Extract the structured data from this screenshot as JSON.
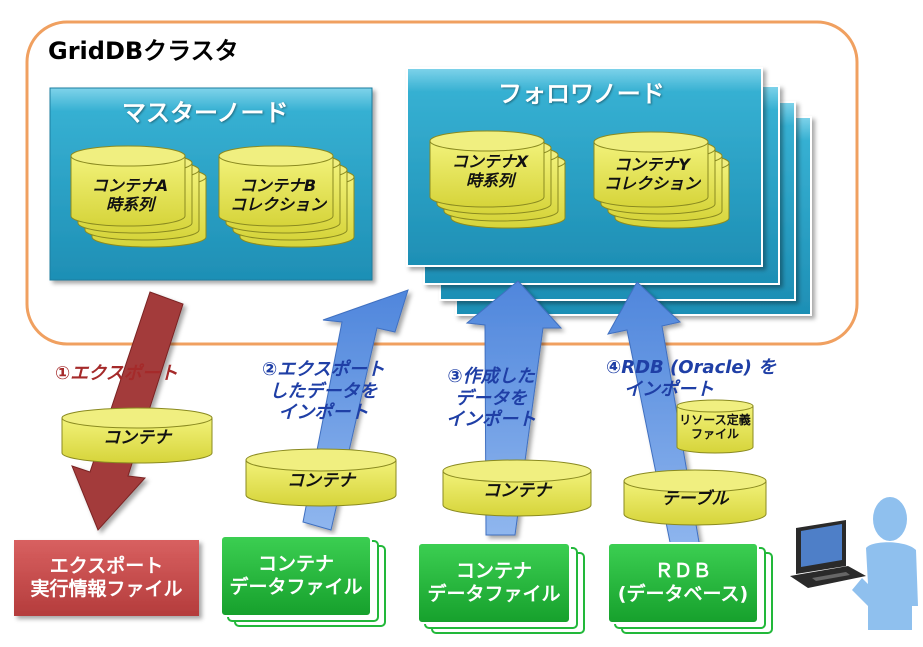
{
  "cluster": {
    "title": "GridDBクラスタ"
  },
  "master_node": {
    "title": "マスターノード",
    "container_a": {
      "line1": "コンテナA",
      "line2": "時系列"
    },
    "container_b": {
      "line1": "コンテナB",
      "line2": "コレクション"
    }
  },
  "follower_node": {
    "title": "フォロワノード",
    "container_x": {
      "line1": "コンテナX",
      "line2": "時系列"
    },
    "container_y": {
      "line1": "コンテナY",
      "line2": "コレクション"
    }
  },
  "steps": {
    "step1": {
      "line1": "①エクスポート"
    },
    "step2": {
      "line1": "②エクスポート",
      "line2": "したデータを",
      "line3": "インポート"
    },
    "step3": {
      "line1": "③作成した",
      "line2": "データを",
      "line3": "インポート"
    },
    "step4": {
      "line1": "④RDB (Oracle) を",
      "line2": "インポート"
    }
  },
  "transit": {
    "container_1": "コンテナ",
    "container_2": "コンテナ",
    "container_3": "コンテナ",
    "table": "テーブル",
    "resource_file": {
      "line1": "リソース定義",
      "line2": "ファイル"
    }
  },
  "files": {
    "export_info": {
      "line1": "エクスポート",
      "line2": "実行情報ファイル"
    },
    "data_file_1": {
      "line1": "コンテナ",
      "line2": "データファイル"
    },
    "data_file_2": {
      "line1": "コンテナ",
      "line2": "データファイル"
    },
    "rdb": {
      "line1": "ＲＤＢ",
      "line2": "(データベース)"
    }
  },
  "colors": {
    "cluster_border": "#f0a060",
    "node_box": "#2ea8c8",
    "cylinder": "#e4e24a",
    "arrow_blue": "#5b8fe0",
    "arrow_red": "#a33b3b",
    "green_file": "#22b83a",
    "red_file": "#c84b4b"
  },
  "icons": [
    "computer-icon",
    "user-silhouette-icon"
  ]
}
